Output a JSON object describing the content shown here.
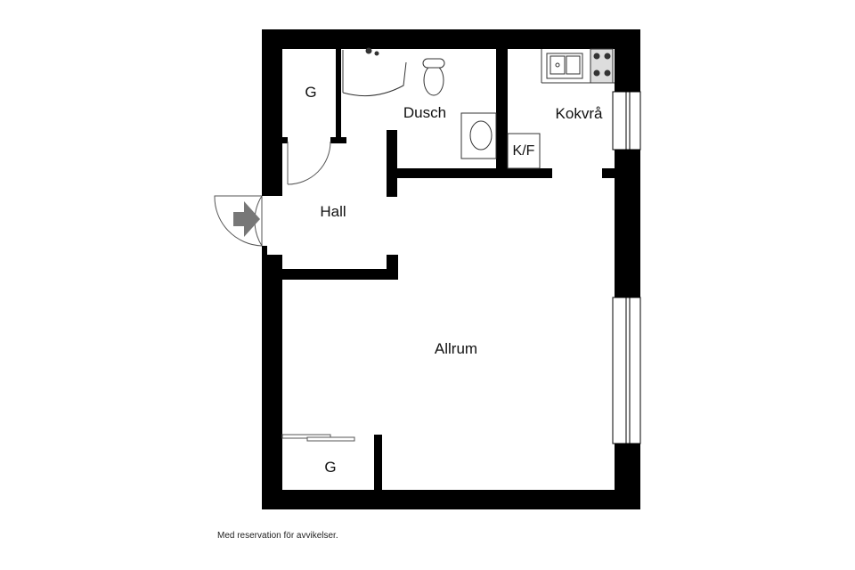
{
  "rooms": {
    "storage_top": "G",
    "shower": "Dusch",
    "kitchenette": "Kokvrå",
    "fridge_freezer": "K/F",
    "hall": "Hall",
    "living_room": "Allrum",
    "storage_bottom": "G"
  },
  "disclaimer": "Med reservation för avvikelser.",
  "icons": {
    "entrance": "entrance-arrow-icon"
  },
  "colors": {
    "wall": "#000000",
    "entrance_arrow": "#777777",
    "fixture_line": "#333333"
  }
}
